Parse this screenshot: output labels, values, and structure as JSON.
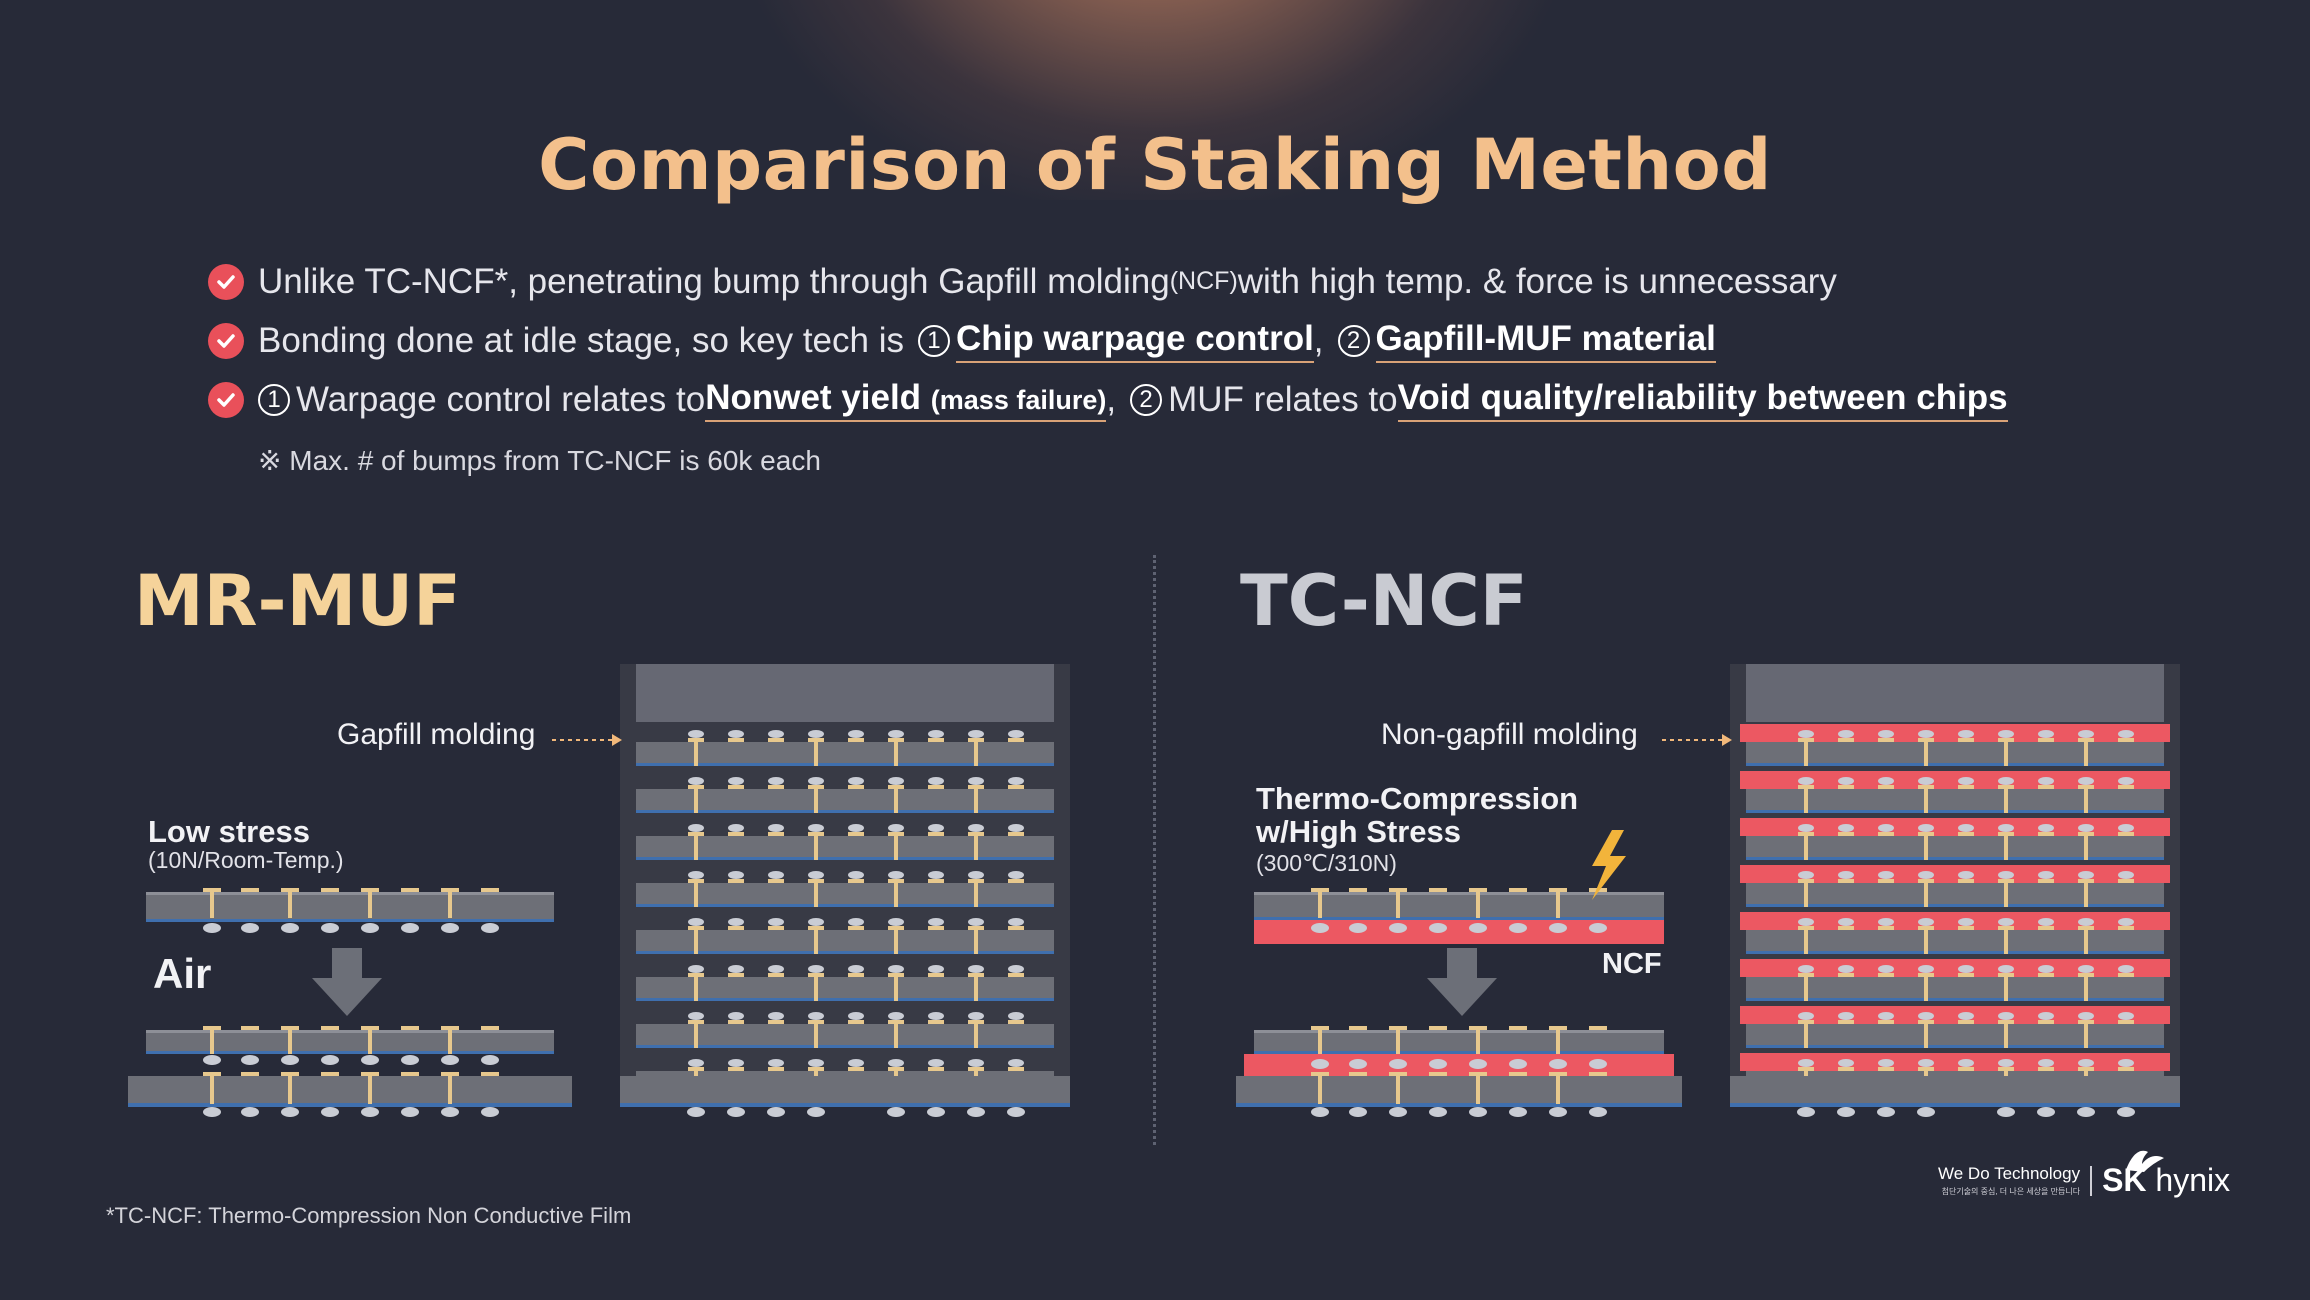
{
  "title": "Comparison of Staking Method",
  "bullets": [
    {
      "text_a": "Unlike TC-NCF*, penetrating bump through Gapfill molding ",
      "small": "(NCF)",
      "text_b": " with high temp. & force is unnecessary"
    },
    {
      "text_a": "Bonding done at idle stage, so key tech is ",
      "num1": "1",
      "hl1": "Chip warpage control",
      "sep": ",",
      "num2": "2",
      "hl2": "Gapfill-MUF material"
    },
    {
      "num1": "1",
      "text_a": "Warpage control relates to ",
      "hl1": "Nonwet yield",
      "hl1_small": "(mass failure)",
      "sep": ",",
      "num2": "2",
      "text_b": "MUF relates to ",
      "hl2": "Void quality/reliability between chips"
    }
  ],
  "note": "※ Max. # of bumps from TC-NCF is 60k each",
  "mr_muf": {
    "title": "MR-MUF",
    "gapfill_label": "Gapfill molding",
    "stress_label": "Low stress",
    "stress_detail": "(10N/Room-Temp.)",
    "air_label": "Air"
  },
  "tc_ncf": {
    "title": "TC-NCF",
    "molding_label": "Non-gapfill molding",
    "stress_label_1": "Thermo-Compression",
    "stress_label_2": "w/High Stress",
    "stress_detail": "(300℃/310N)",
    "ncf_label": "NCF"
  },
  "footnote": "*TC-NCF: Thermo-Compression Non Conductive Film",
  "brand": {
    "tagline": "We Do Technology",
    "subtag": "첨단기술의 중심, 더 나은 세상을 만듭니다",
    "name_bold": "SK",
    "name_rest": " hynix"
  },
  "colors": {
    "title": "#f3c08c",
    "mr_muf_title": "#f5d39a",
    "tc_ncf_title": "#c9cbd2",
    "check": "#e9505a",
    "ncf": "#ec5862",
    "chip": "#6d6f77",
    "background": "#272a38"
  }
}
